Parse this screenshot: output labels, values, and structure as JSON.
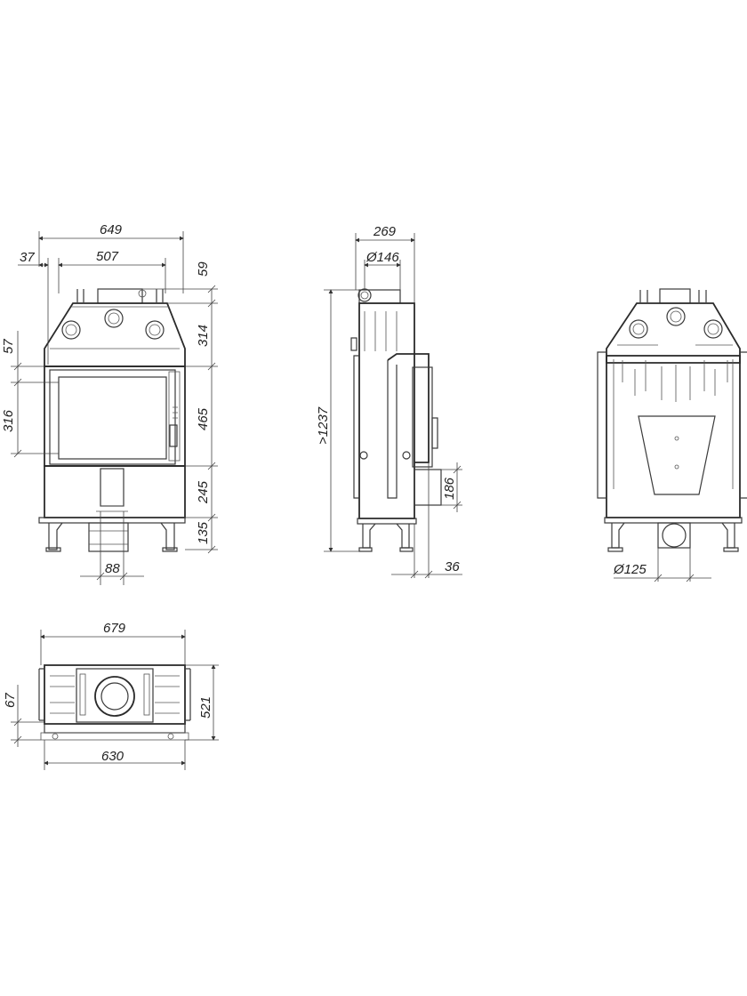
{
  "dimensions": {
    "front": {
      "overall_width": "649",
      "side_offset": "37",
      "inner_width": "507",
      "top_collar": "59",
      "upper_section": "314",
      "left_top": "57",
      "door_height": "465",
      "left_opening": "316",
      "lower_section": "245",
      "legs": "135",
      "outlet_width": "88"
    },
    "side": {
      "depth": "269",
      "flue_diameter": "Ø146",
      "total_height": ">1237",
      "air_inlet": "186",
      "handle_offset": "36"
    },
    "rear": {
      "air_duct_diameter": "Ø125"
    },
    "plan": {
      "overall_width": "679",
      "base_width": "630",
      "depth": "521",
      "front_offset": "67"
    }
  }
}
